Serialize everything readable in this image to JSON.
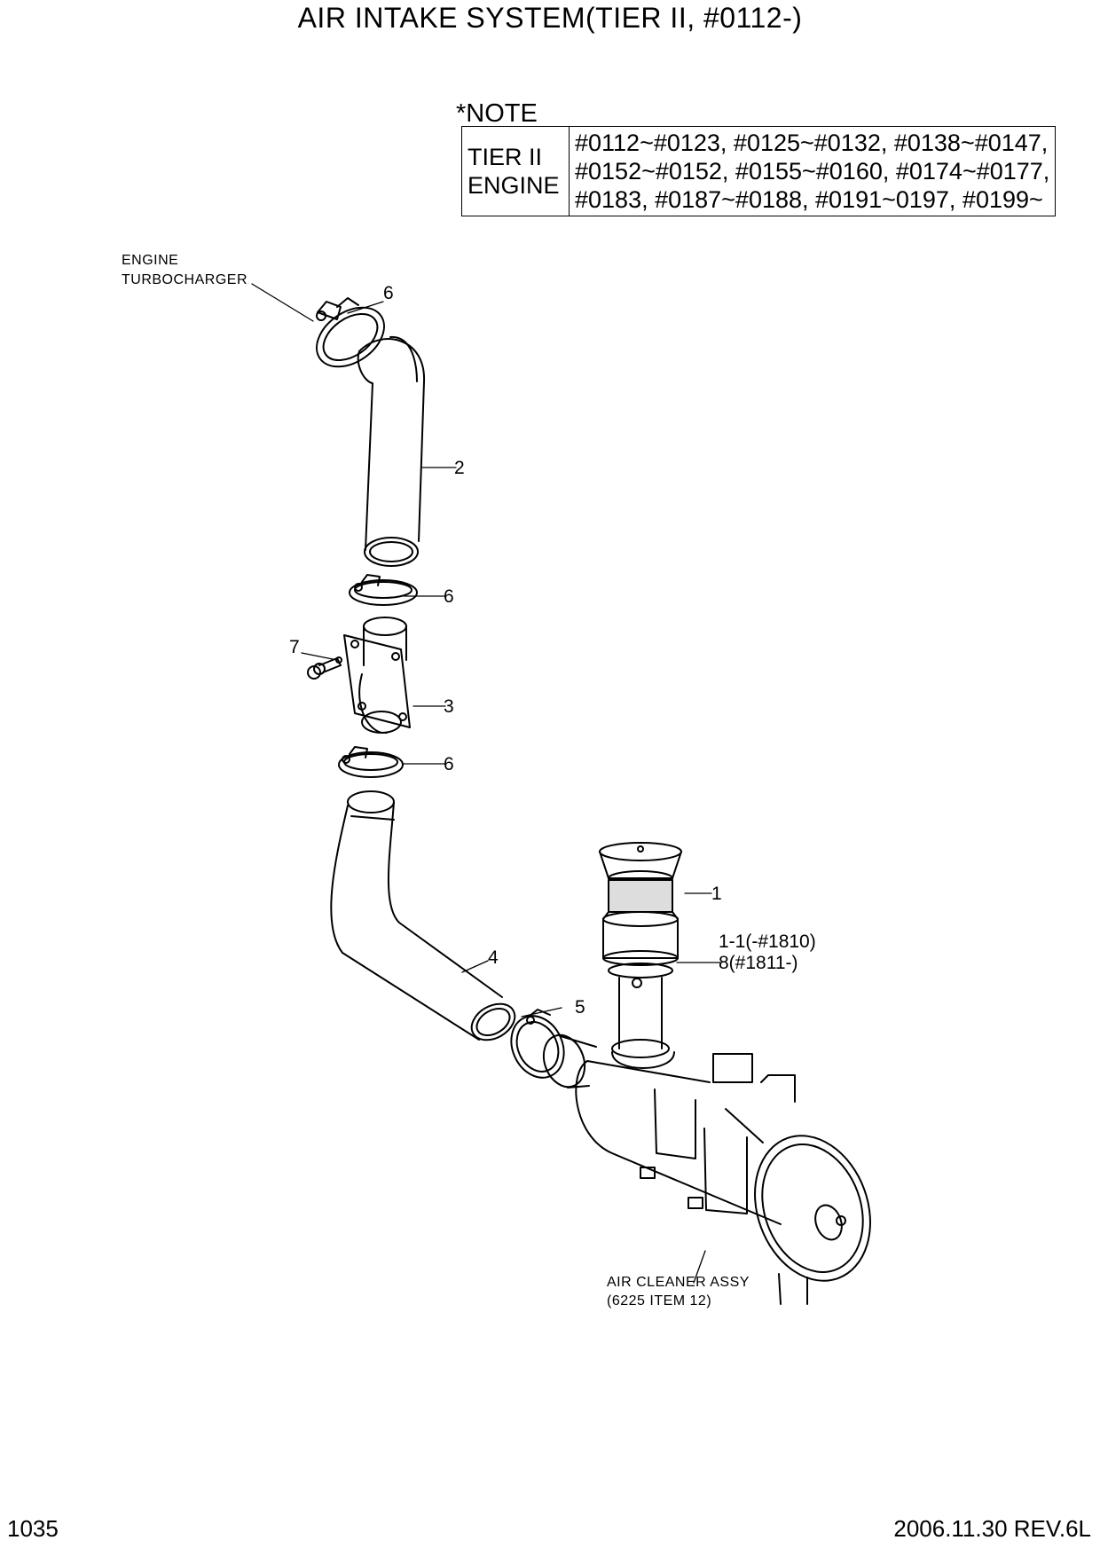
{
  "title": "AIR INTAKE SYSTEM(TIER II, #0112-)",
  "note": {
    "label": "*NOTE",
    "row_header": [
      "TIER II",
      "ENGINE"
    ],
    "serial_lines": [
      "#0112~#0123, #0125~#0132, #0138~#0147,",
      "#0152~#0152, #0155~#0160, #0174~#0177,",
      "#0183, #0187~#0188, #0191~0197, #0199~"
    ]
  },
  "labels": {
    "engine": "ENGINE",
    "turbocharger": "TURBOCHARGER",
    "air_cleaner": "AIR CLEANER ASSY",
    "air_cleaner_ref": "(6225 ITEM 12)"
  },
  "callouts": {
    "c6_top": "6",
    "c2": "2",
    "c6_mid": "6",
    "c7": "7",
    "c3": "3",
    "c6_low": "6",
    "c4": "4",
    "c5": "5",
    "c1": "1",
    "c1_1": "1-1(-#1810)",
    "c8": "8(#1811-)"
  },
  "footer": {
    "page": "1035",
    "date_rev": "2006.11.30  REV.6L"
  }
}
